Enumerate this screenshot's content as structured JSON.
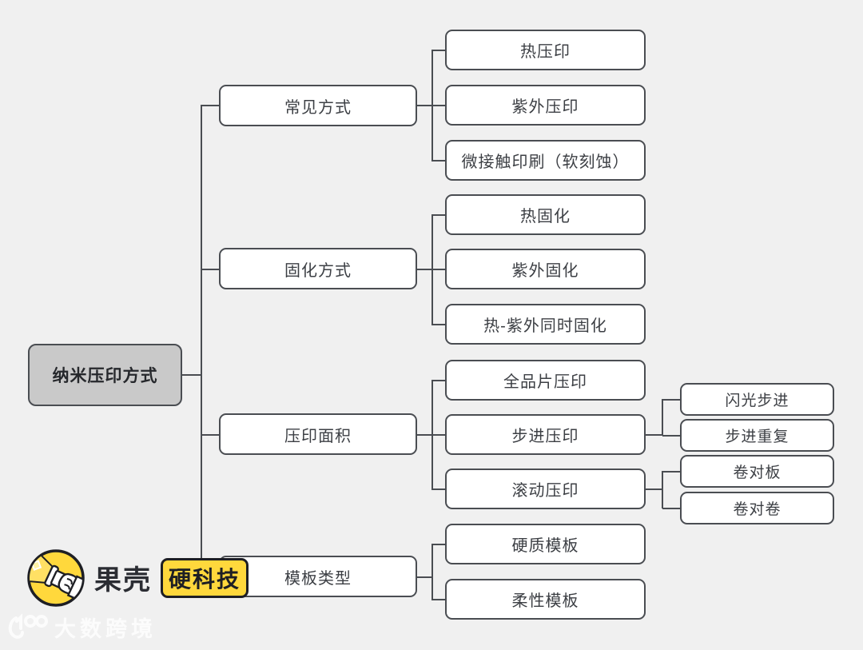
{
  "diagram": {
    "title": "纳米压印方式",
    "root": {
      "label": "纳米压印方式"
    },
    "branches": [
      {
        "label": "常见方式",
        "children": [
          {
            "label": "热压印"
          },
          {
            "label": "紫外压印"
          },
          {
            "label": "微接触印刷（软刻蚀）"
          }
        ]
      },
      {
        "label": "固化方式",
        "children": [
          {
            "label": "热固化"
          },
          {
            "label": "紫外固化"
          },
          {
            "label": "热-紫外同时固化"
          }
        ]
      },
      {
        "label": "压印面积",
        "children": [
          {
            "label": "全品片压印"
          },
          {
            "label": "步进压印",
            "children": [
              {
                "label": "闪光步进"
              },
              {
                "label": "步进重复"
              }
            ]
          },
          {
            "label": "滚动压印",
            "children": [
              {
                "label": "卷对板"
              },
              {
                "label": "卷对卷"
              }
            ]
          }
        ]
      },
      {
        "label": "模板类型",
        "children": [
          {
            "label": "硬质模板"
          },
          {
            "label": "柔性模板"
          }
        ]
      }
    ]
  },
  "logo": {
    "brand": "果壳",
    "badge": "硬科技",
    "icon": "flashlight-hand-icon"
  },
  "watermark": {
    "text": "大数跨境",
    "glyph": "googol-100-logo"
  },
  "colors": {
    "background": "#f0f0f0",
    "node_border": "#4a4d52",
    "node_fill": "#ffffff",
    "root_fill": "#c9c9c9",
    "text": "#3c3f44",
    "logo_yellow": "#ffd83c",
    "watermark_text": "#ffffff"
  }
}
